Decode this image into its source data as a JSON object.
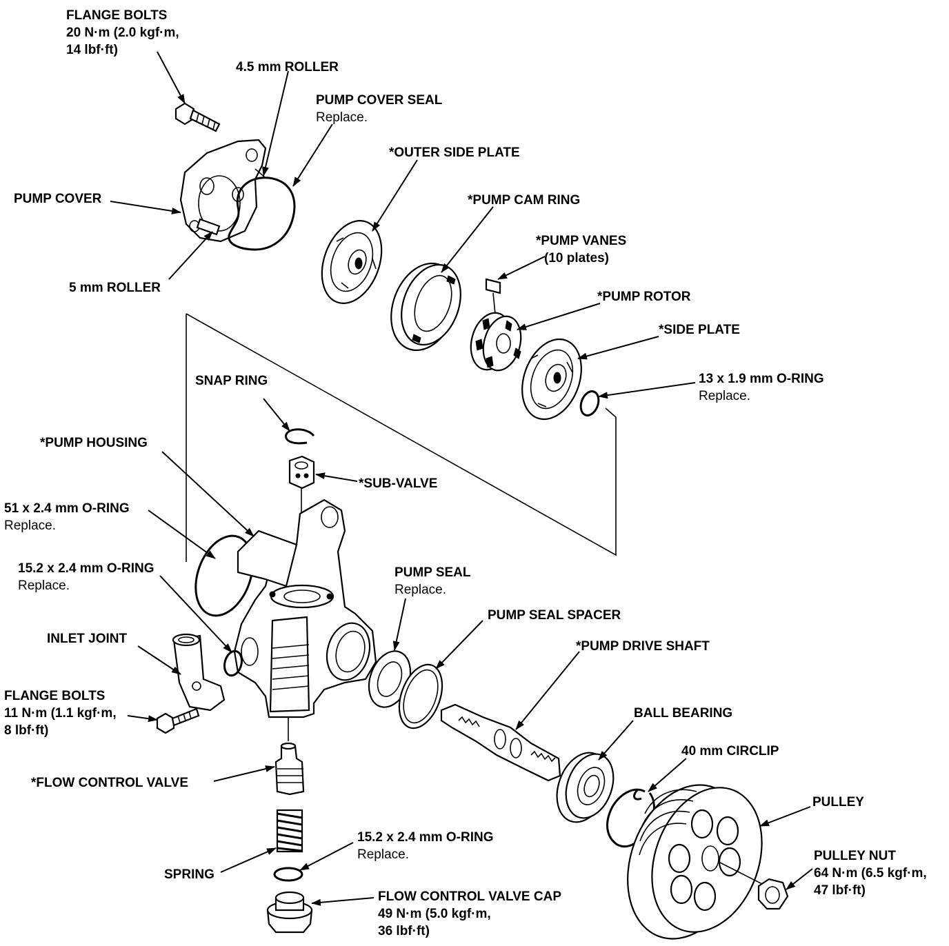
{
  "labels": {
    "flange_bolts_top": {
      "title": "FLANGE BOLTS",
      "line2": "20 N·m (2.0 kgf·m,",
      "line3": "14 lbf·ft)"
    },
    "roller_45": {
      "title": "4.5 mm ROLLER"
    },
    "pump_cover_seal": {
      "title": "PUMP COVER SEAL",
      "note": "Replace."
    },
    "outer_side_plate": {
      "title": "*OUTER SIDE PLATE"
    },
    "pump_cover": {
      "title": "PUMP COVER"
    },
    "pump_cam_ring": {
      "title": "*PUMP CAM RING"
    },
    "pump_vanes": {
      "title": "*PUMP VANES",
      "note": "(10 plates)"
    },
    "roller_5": {
      "title": "5 mm ROLLER"
    },
    "pump_rotor": {
      "title": "*PUMP ROTOR"
    },
    "side_plate": {
      "title": "*SIDE PLATE"
    },
    "snap_ring": {
      "title": "SNAP RING"
    },
    "oring_13": {
      "title": "13 x 1.9 mm O-RING",
      "note": "Replace."
    },
    "pump_housing": {
      "title": "*PUMP HOUSING"
    },
    "sub_valve": {
      "title": "*SUB-VALVE"
    },
    "oring_51": {
      "title": "51 x 2.4 mm O-RING",
      "note": "Replace."
    },
    "oring_152_upper": {
      "title": "15.2 x 2.4 mm O-RING",
      "note": "Replace."
    },
    "pump_seal": {
      "title": "PUMP SEAL",
      "note": "Replace."
    },
    "pump_seal_spacer": {
      "title": "PUMP SEAL SPACER"
    },
    "inlet_joint": {
      "title": "INLET JOINT"
    },
    "pump_drive_shaft": {
      "title": "*PUMP DRIVE SHAFT"
    },
    "flange_bolts_bottom": {
      "title": "FLANGE BOLTS",
      "line2": "11 N·m (1.1 kgf·m,",
      "line3": "8 lbf·ft)"
    },
    "ball_bearing": {
      "title": "BALL BEARING"
    },
    "circlip_40": {
      "title": "40 mm CIRCLIP"
    },
    "flow_control_valve": {
      "title": "*FLOW CONTROL VALVE"
    },
    "pulley": {
      "title": "PULLEY"
    },
    "oring_152_lower": {
      "title": "15.2 x 2.4 mm O-RING",
      "note": "Replace."
    },
    "pulley_nut": {
      "title": "PULLEY NUT",
      "line2": "64 N·m (6.5 kgf·m,",
      "line3": "47 lbf·ft)"
    },
    "spring": {
      "title": "SPRING"
    },
    "flow_control_valve_cap": {
      "title": "FLOW CONTROL VALVE CAP",
      "line2": "49 N·m (5.0 kgf·m,",
      "line3": "36 lbf·ft)"
    }
  }
}
